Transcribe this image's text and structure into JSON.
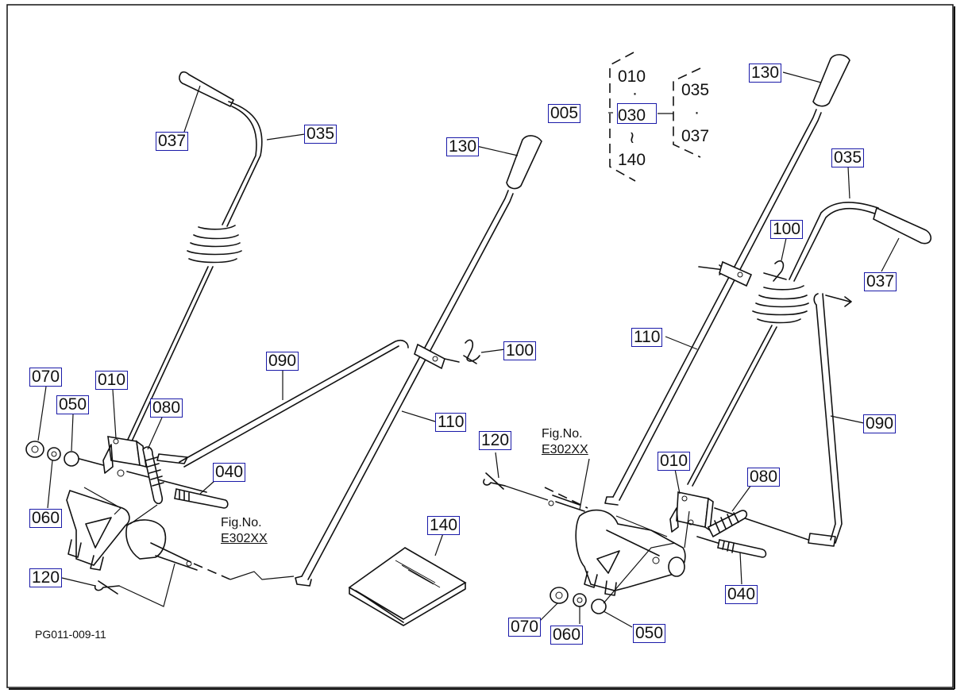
{
  "drawing_code": "PG011-009-11",
  "fig_note": {
    "line1": "Fig.No.",
    "line2": "E302XX"
  },
  "group_index": {
    "main": "005",
    "left_top": "010",
    "left_dot": "·",
    "left_mid": "030",
    "left_wave": "≀",
    "left_bottom": "140",
    "right_top": "035",
    "right_dot": "·",
    "right_bottom": "037"
  },
  "labels": {
    "l037": "037",
    "l035": "035",
    "l070": "070",
    "l010": "010",
    "l050": "050",
    "l080": "080",
    "l060": "060",
    "l040": "040",
    "l120": "120",
    "l090": "090",
    "l130": "130",
    "l100": "100",
    "l110": "110",
    "l140": "140",
    "r130": "130",
    "r035": "035",
    "r100": "100",
    "r037": "037",
    "r110": "110",
    "r090": "090",
    "r120": "120",
    "r010": "010",
    "r080": "080",
    "r040": "040",
    "r070": "070",
    "r060": "060",
    "r050": "050"
  }
}
